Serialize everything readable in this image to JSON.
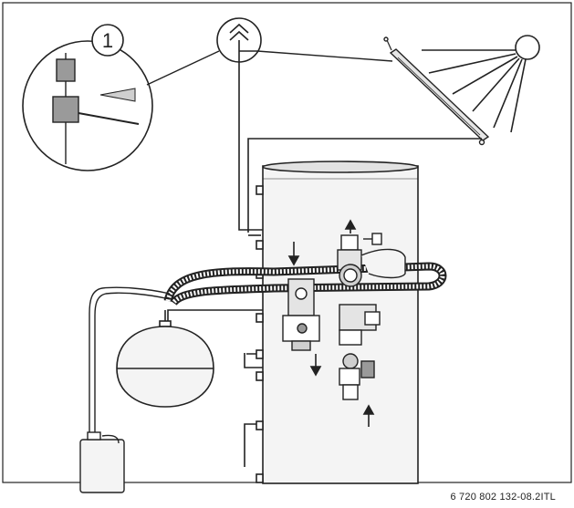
{
  "diagram": {
    "callout_number": "1",
    "reference_code": "6 720 802 132-08.2ITL"
  },
  "colors": {
    "line": "#222222",
    "tank_fill": "#f4f4f4",
    "tank_shade": "#e2e2e2",
    "component_gray": "#9a9a9a"
  },
  "icons": {
    "sun": "sun-icon",
    "vent": "air-vent-symbol",
    "sensor": "temperature-sensor-icon"
  }
}
